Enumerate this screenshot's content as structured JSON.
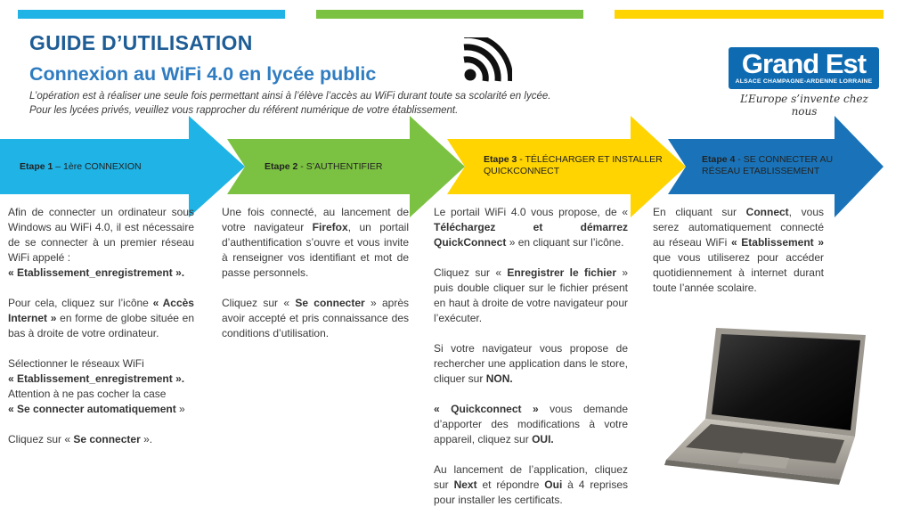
{
  "header": {
    "title": "GUIDE D’UTILISATION",
    "subtitle": "Connexion au WiFi 4.0 en lycée public",
    "intro_line1": "L’opération est à réaliser une seule fois permettant ainsi à l’élève l’accès au WiFi durant toute sa scolarité en lycée.",
    "intro_line2": "Pour les lycées privés, veuillez vous rapprocher du référent numérique de votre établissement.",
    "wifi_icon": "wifi-icon"
  },
  "logo": {
    "name": "Grand Est",
    "region": "ALSACE CHAMPAGNE-ARDENNE LORRAINE",
    "tagline": "L’Europe s’invente chez nous",
    "color": "#0e6bb2"
  },
  "colors": {
    "blue": "#1fb3e6",
    "green": "#7cc242",
    "yellow": "#ffd400",
    "darkblue": "#1a73b8"
  },
  "steps": [
    {
      "num": "Etape 1",
      "sep": " – ",
      "label": "1ère CONNEXION"
    },
    {
      "num": "Etape 2",
      "sep": " - ",
      "label": "S’AUTHENTIFIER"
    },
    {
      "num": "Etape 3",
      "sep": " - ",
      "label": "TÉLÉCHARGER ET INSTALLER QUICKCONNECT"
    },
    {
      "num": "Etape 4",
      "sep": " - ",
      "label": "SE CONNECTER AU RÉSEAU ETABLISSEMENT"
    }
  ],
  "col1": {
    "p1_text": "Afin de connecter un ordinateur sous Windows au WiFi 4.0, il est nécessaire de se connecter à un premier réseau WiFi appelé :",
    "p1_bold": "« Etablissement_enregistrement ».",
    "p2_a": "Pour cela, cliquez sur l’icône ",
    "p2_bold": "« Accès Internet »",
    "p2_b": " en forme de globe située en bas à droite de votre ordinateur.",
    "p3_a": "Sélectionner le réseaux WiFi",
    "p3_bold1": "« Etablissement_enregistrement ».",
    "p3_b": " Attention à ne pas cocher la case",
    "p3_bold2": "« Se connecter automatiquement",
    "p3_c": " »",
    "p4_a": "Cliquez sur « ",
    "p4_bold": "Se connecter",
    "p4_b": " »."
  },
  "col2": {
    "p1_a": "Une fois connecté, au lancement de votre navigateur ",
    "p1_bold": "Firefox",
    "p1_b": ", un portail d’authentification s’ouvre et vous invite à renseigner vos identifiant et mot de passe personnels.",
    "p2_a": "Cliquez sur « ",
    "p2_bold": "Se connecter",
    "p2_b": " » après avoir accepté et pris connaissance des conditions d’utilisation."
  },
  "col3": {
    "p1_a": "Le portail WiFi 4.0 vous propose, de « ",
    "p1_bold": "Téléchargez et démarrez QuickConnect",
    "p1_b": " » en cliquant sur l’icône.",
    "p2_a": "Cliquez sur « ",
    "p2_bold": "Enregistrer le fichier",
    "p2_b": " » puis double cliquer sur le fichier présent en haut à droite de votre navigateur pour l’exécuter.",
    "p3_a": "Si votre navigateur vous propose de rechercher une application dans le store, cliquer sur ",
    "p3_bold": "NON.",
    "p4_bold": "« Quickconnect »",
    "p4_a": " vous demande d’apporter des modifications à votre appareil, cliquez sur ",
    "p4_bold2": "OUI.",
    "p5_a": "Au lancement de l’application, cliquez sur ",
    "p5_bold1": "Next",
    "p5_b": " et répondre ",
    "p5_bold2": "Oui",
    "p5_c": " à 4 reprises pour installer les certificats."
  },
  "col4": {
    "p1_a": "En cliquant sur ",
    "p1_bold": "Connect",
    "p1_b": ", vous serez automatiquement connecté au réseau WiFi ",
    "p1_bold2": "« Etablissement »",
    "p1_c": " que vous utiliserez pour accéder quotidiennement à internet durant toute l’année scolaire."
  },
  "laptop_image": "laptop-image"
}
